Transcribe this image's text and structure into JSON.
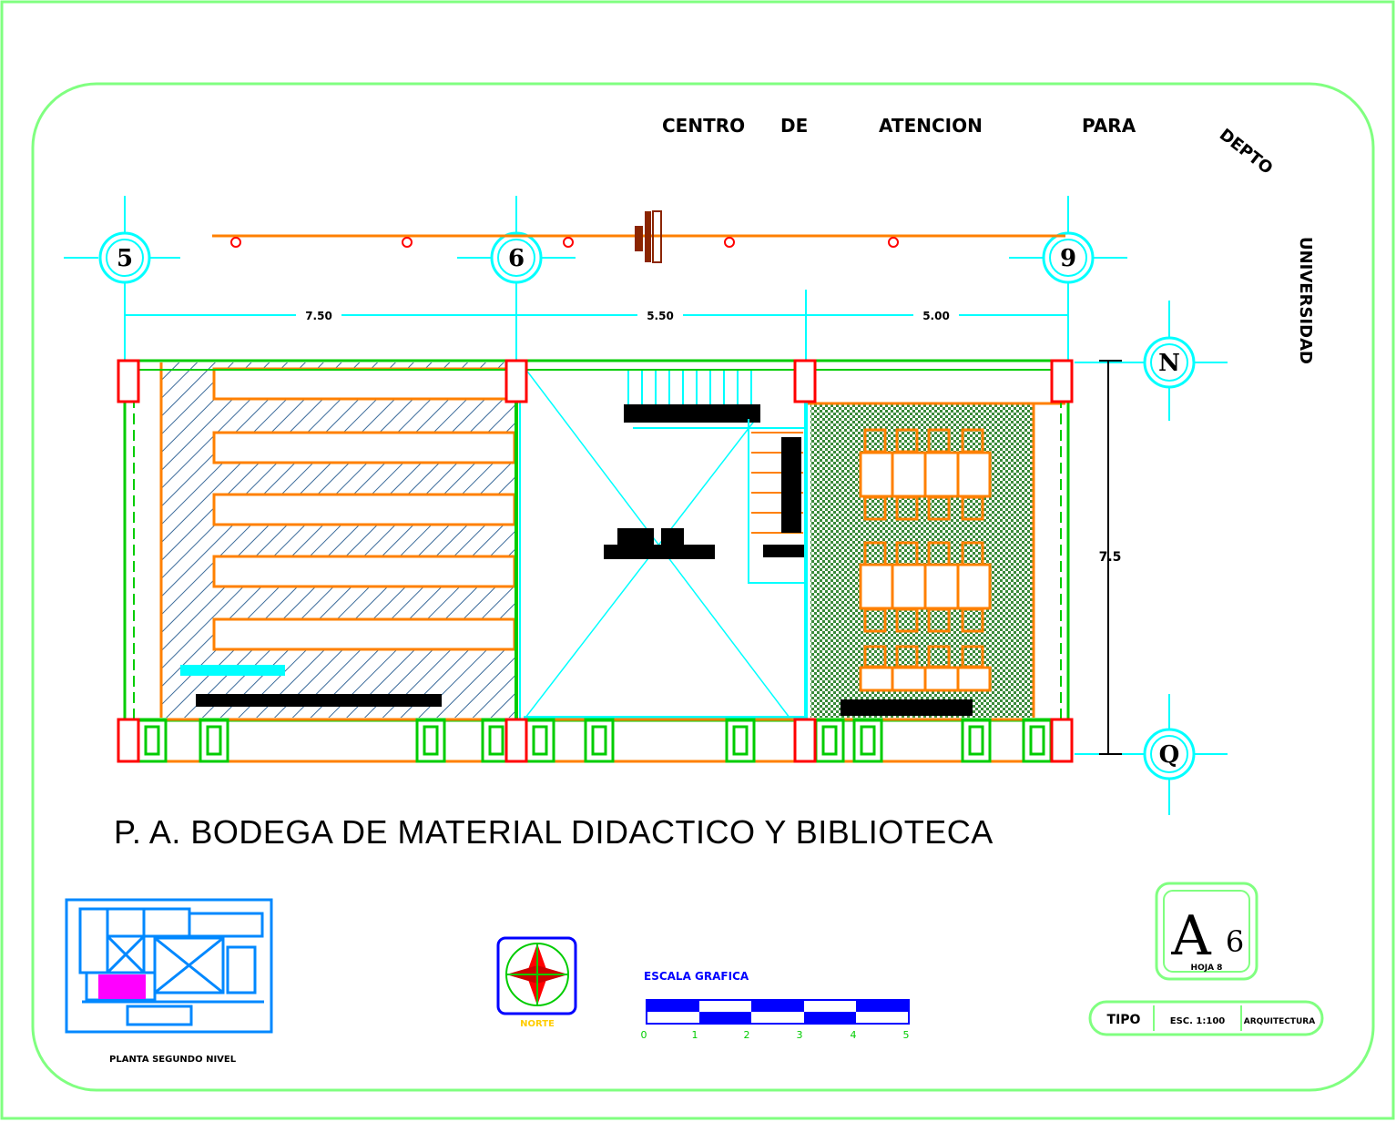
{
  "header": {
    "words": [
      "CENTRO",
      "DE",
      "ATENCION",
      "PARA"
    ],
    "rotated_text": "DEPTO"
  },
  "side_label": "UNIVERSIDAD",
  "axes": {
    "top": [
      "5",
      "6",
      "9"
    ],
    "right": [
      "N",
      "Q"
    ]
  },
  "dimensions": {
    "spans": [
      "7.50",
      "5.50",
      "5.00"
    ],
    "height": "7.5"
  },
  "plan_title": "P. A. BODEGA DE MATERIAL DIDACTICO Y BIBLIOTECA",
  "key_plan_label": "PLANTA SEGUNDO NIVEL",
  "compass_label": "NORTE",
  "scale": {
    "title": "ESCALA GRAFICA",
    "ticks": [
      "0",
      "1",
      "2",
      "3",
      "4",
      "5"
    ]
  },
  "sheet": {
    "letter": "A",
    "number": "6",
    "sub": "HOJA 8"
  },
  "title_block": {
    "cell1": "TIPO",
    "cell2": "ESC. 1:100",
    "cell3": "ARQUITECTURA"
  },
  "colors": {
    "frame": "#80ff80",
    "axis": "#00ffff",
    "column": "#ff0000",
    "wall": "#ff8000",
    "green": "#00cc00",
    "blue": "#0000ff"
  }
}
